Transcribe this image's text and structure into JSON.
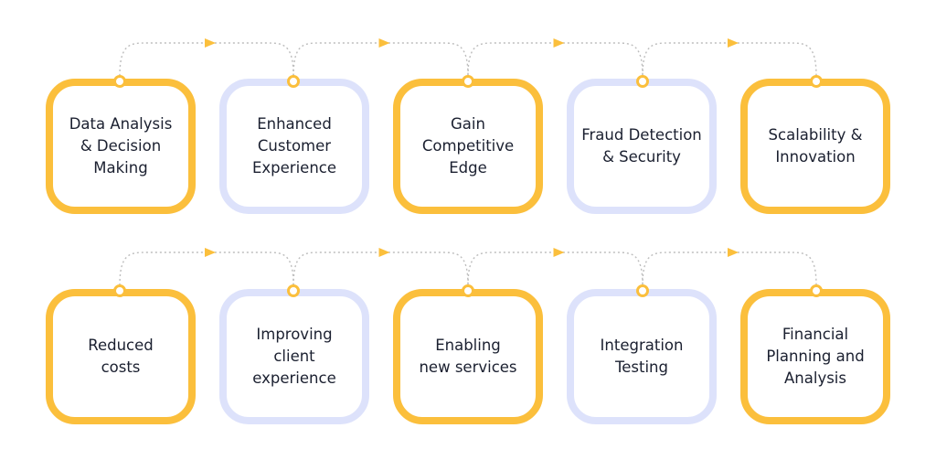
{
  "colors": {
    "yellow": "#fbbf3c",
    "lavender": "#dde2fb",
    "node_ring": "#fbbf3c",
    "connector": "#bdbdbd",
    "arrow": "#fbbf3c",
    "text": "#1b2030"
  },
  "rows": [
    {
      "cards": [
        {
          "label": "Data Analysis\n& Decision\nMaking",
          "style": "yellow"
        },
        {
          "label": "Enhanced\nCustomer\nExperience",
          "style": "lavender"
        },
        {
          "label": "Gain\nCompetitive\nEdge",
          "style": "yellow"
        },
        {
          "label": "Fraud Detection\n& Security",
          "style": "lavender"
        },
        {
          "label": "Scalability &\nInnovation",
          "style": "yellow"
        }
      ]
    },
    {
      "cards": [
        {
          "label": "Reduced\ncosts",
          "style": "yellow"
        },
        {
          "label": "Improving\nclient\nexperience",
          "style": "lavender"
        },
        {
          "label": "Enabling\nnew services",
          "style": "yellow"
        },
        {
          "label": "Integration\nTesting",
          "style": "lavender"
        },
        {
          "label": "Financial\nPlanning and\nAnalysis",
          "style": "yellow"
        }
      ]
    }
  ]
}
